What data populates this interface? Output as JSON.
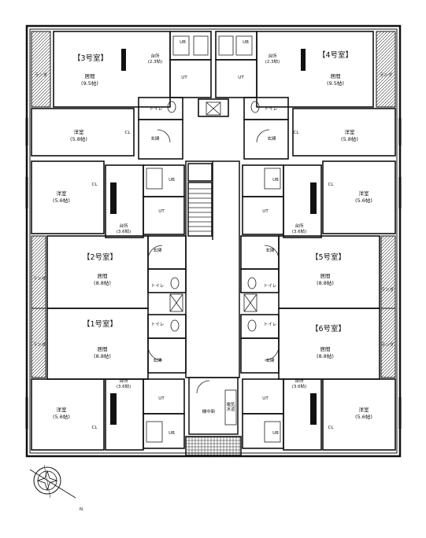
{
  "units": [
    {
      "id": "u3",
      "name": "【3号室】"
    },
    {
      "id": "u4",
      "name": "【4号室】"
    },
    {
      "id": "u2",
      "name": "【2号室】"
    },
    {
      "id": "u5",
      "name": "【5号室】"
    },
    {
      "id": "u1",
      "name": "【1号室】"
    },
    {
      "id": "u6",
      "name": "【6号室】"
    }
  ],
  "labels": {
    "living": "居間",
    "western": "洋室",
    "kitchen": "台所",
    "entrance": "玄関",
    "toilet": "トイレ",
    "ub": "UB",
    "ut": "UT",
    "cl": "CL",
    "veranda": "ランダ",
    "storage": "機中新",
    "mech": "電気\n水道"
  },
  "sizes": {
    "living_95": "(9.5帖)",
    "living_88": "(8.8帖)",
    "western_58": "(5.8帖)",
    "western_56": "(5.6帖)",
    "kitchen_23": "(2.3帖)",
    "kitchen_36": "(3.6帖)"
  },
  "compass": {
    "label": "N"
  },
  "colors": {
    "wall": "#111111",
    "thin": "#333333",
    "paper": "#ffffff"
  }
}
